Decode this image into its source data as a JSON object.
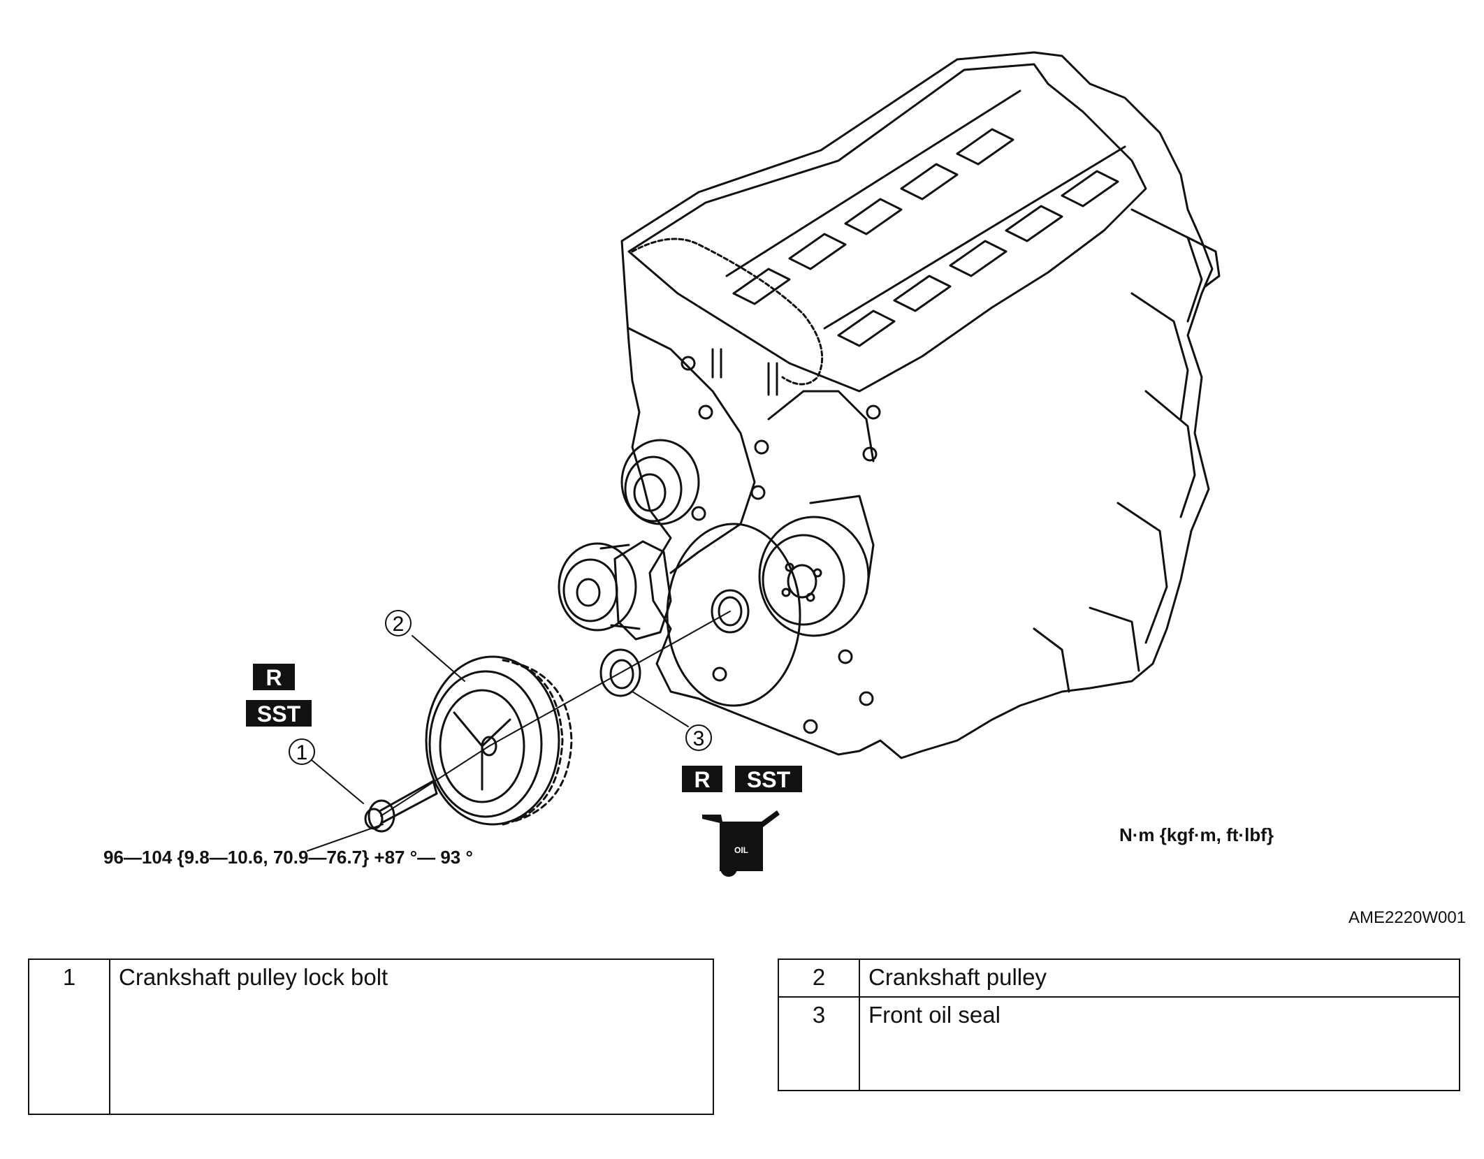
{
  "callouts": {
    "c1": "1",
    "c2": "2",
    "c3": "3"
  },
  "badges": {
    "r_label": "R",
    "sst_label": "SST",
    "oil_label": "OIL"
  },
  "torque_spec": "96—104 {9.8—10.6, 70.9—76.7} +87 °— 93 °",
  "units_note": "N·m {kgf·m, ft·lbf}",
  "figure_id": "AME2220W001",
  "legend": {
    "left": [
      {
        "num": "1",
        "name": "Crankshaft pulley lock bolt"
      }
    ],
    "right": [
      {
        "num": "2",
        "name": "Crankshaft pulley"
      },
      {
        "num": "3",
        "name": "Front oil seal"
      }
    ]
  }
}
